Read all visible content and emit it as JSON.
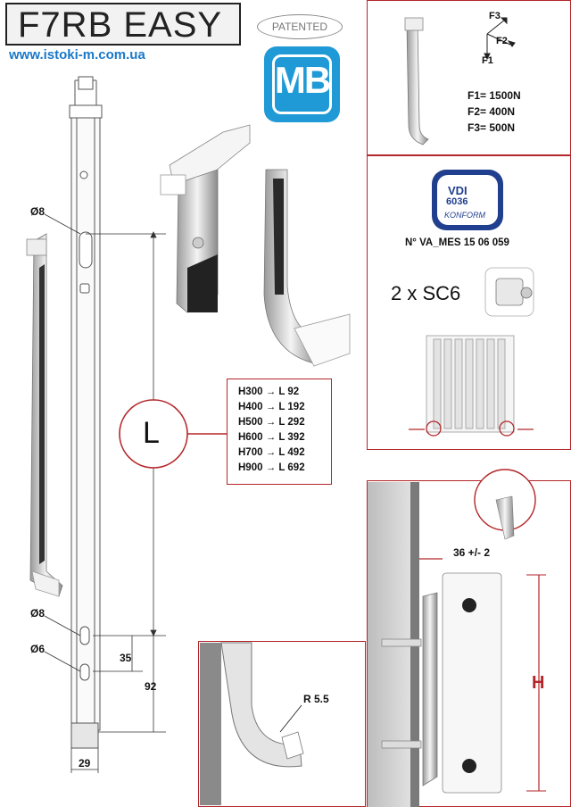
{
  "header": {
    "title": "F7RB EASY",
    "website": "www.istoki-m.com.ua",
    "patented_label": "PATENTED",
    "logo_text": "MB"
  },
  "forces": {
    "arrow_labels": [
      "F3",
      "F2",
      "F1"
    ],
    "values": [
      "F1= 1500N",
      "F2= 400N",
      "F3= 500N"
    ]
  },
  "certification": {
    "vdi_line1": "VDI",
    "vdi_line2": "6036",
    "vdi_line3": "KONFORM",
    "number": "N° VA_MES 15 06 059",
    "clips": "2 x SC6"
  },
  "dimensions": {
    "hole_top": "Ø8",
    "hole_mid": "Ø8",
    "hole_low": "Ø6",
    "L_symbol": "L",
    "gap_35": "35",
    "gap_92": "92",
    "width_29": "29",
    "offset": "36 +/- 2",
    "height_symbol": "H",
    "radius": "R 5.5"
  },
  "length_table": [
    {
      "h": "H300",
      "l": "L 92"
    },
    {
      "h": "H400",
      "l": "L 192"
    },
    {
      "h": "H500",
      "l": "L 292"
    },
    {
      "h": "H600",
      "l": "L 392"
    },
    {
      "h": "H700",
      "l": "L 492"
    },
    {
      "h": "H900",
      "l": "L 692"
    }
  ],
  "colors": {
    "accent": "#b3262a",
    "link": "#1a78c8",
    "logo_blue": "#1f9ad6",
    "vdi_blue": "#203f8e"
  }
}
